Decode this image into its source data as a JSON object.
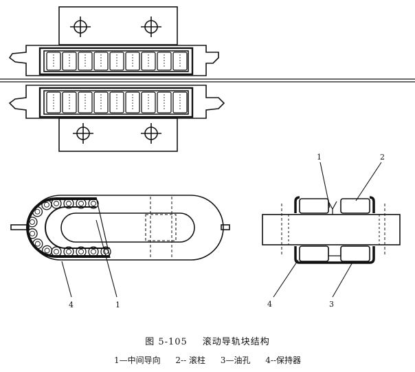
{
  "labels": {
    "side_1": "1",
    "side_2": "2",
    "side_3": "3",
    "side_4": "4",
    "front_4": "4",
    "front_1": "1"
  },
  "caption": {
    "number": "图 5-105",
    "title": "滚动导轨块结构"
  },
  "legend": [
    "1—中间导向",
    "2-- 滚柱",
    "3—油孔",
    "4--保持器"
  ]
}
